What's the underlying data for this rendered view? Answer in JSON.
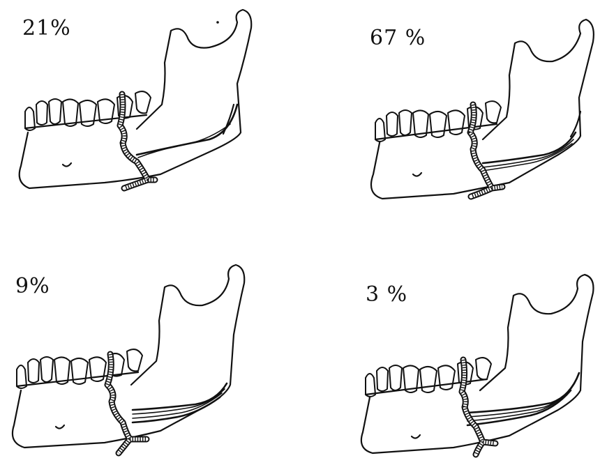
{
  "panels": [
    {
      "label": "21%"
    },
    {
      "label": "67 %"
    },
    {
      "label": "9%"
    },
    {
      "label": "3 %"
    }
  ],
  "colors": {
    "ink": "#111111",
    "background": "#ffffff"
  }
}
